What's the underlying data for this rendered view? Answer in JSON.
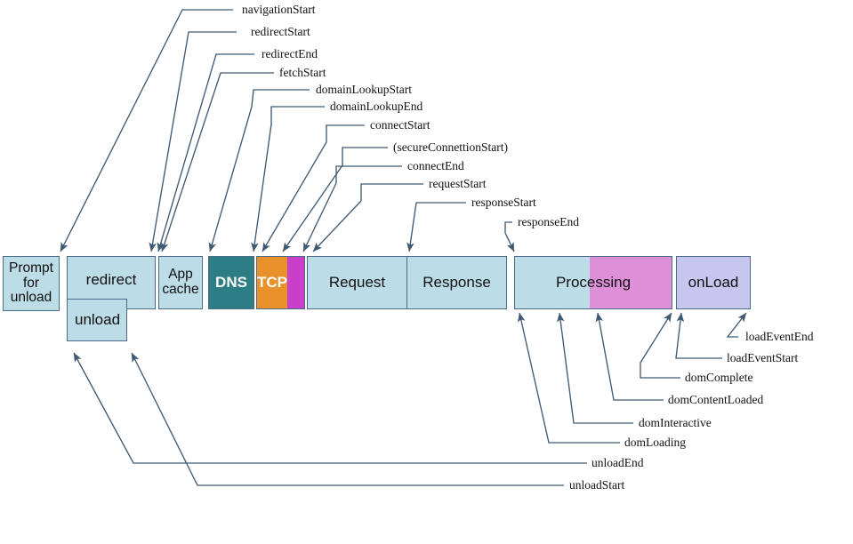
{
  "diagram": {
    "title": "Navigation Timing processing model",
    "colors": {
      "bar_blue": "#bcdce7",
      "bar_teal": "#2d7d85",
      "bar_orange": "#e8912a",
      "bar_magenta": "#c93fc9",
      "bar_pink": "#dd8fd8",
      "bar_lavender": "#c6c6ee",
      "border": "#4a6b86",
      "connector": "#3f5a74",
      "text": "#111111"
    }
  },
  "phases": [
    {
      "id": "prompt-for-unload",
      "label": "Prompt\nfor\nunload",
      "color": "#bcdce7"
    },
    {
      "id": "redirect",
      "label": "redirect",
      "color": "#bcdce7"
    },
    {
      "id": "unload",
      "label": "unload",
      "color": "#bcdce7"
    },
    {
      "id": "app-cache",
      "label": "App\ncache",
      "color": "#bcdce7"
    },
    {
      "id": "dns",
      "label": "DNS",
      "color": "#2d7d85"
    },
    {
      "id": "tcp",
      "label": "TCP",
      "color": "#e8912a"
    },
    {
      "id": "request",
      "label": "Request",
      "color": "#bcdce7"
    },
    {
      "id": "response",
      "label": "Response",
      "color": "#bcdce7"
    },
    {
      "id": "processing",
      "label": "Processing",
      "color": "#dd8fd8"
    },
    {
      "id": "onload",
      "label": "onLoad",
      "color": "#c6c6ee"
    }
  ],
  "phase_labels": {
    "prompt_line1": "Prompt",
    "prompt_line2": "for",
    "prompt_line3": "unload",
    "redirect": "redirect",
    "unload": "unload",
    "appcache_line1": "App",
    "appcache_line2": "cache",
    "dns": "DNS",
    "tcp": "TCP",
    "request": "Request",
    "response": "Response",
    "processing": "Processing",
    "onload": "onLoad"
  },
  "events_top": [
    {
      "id": "navigationStart",
      "label": "navigationStart"
    },
    {
      "id": "redirectStart",
      "label": "redirectStart"
    },
    {
      "id": "redirectEnd",
      "label": "redirectEnd"
    },
    {
      "id": "fetchStart",
      "label": "fetchStart"
    },
    {
      "id": "domainLookupStart",
      "label": "domainLookupStart"
    },
    {
      "id": "domainLookupEnd",
      "label": "domainLookupEnd"
    },
    {
      "id": "connectStart",
      "label": "connectStart"
    },
    {
      "id": "secureConnectionStart",
      "label": "(secureConnettionStart)"
    },
    {
      "id": "connectEnd",
      "label": "connectEnd"
    },
    {
      "id": "requestStart",
      "label": "requestStart"
    },
    {
      "id": "responseStart",
      "label": "responseStart"
    },
    {
      "id": "responseEnd",
      "label": "responseEnd"
    }
  ],
  "events_bottom": [
    {
      "id": "loadEventEnd",
      "label": "loadEventEnd"
    },
    {
      "id": "loadEventStart",
      "label": "loadEventStart"
    },
    {
      "id": "domComplete",
      "label": "domComplete"
    },
    {
      "id": "domContentLoaded",
      "label": "domContentLoaded"
    },
    {
      "id": "domInteractive",
      "label": "domInteractive"
    },
    {
      "id": "domLoading",
      "label": "domLoading"
    },
    {
      "id": "unloadEnd",
      "label": "unloadEnd"
    },
    {
      "id": "unloadStart",
      "label": "unloadStart"
    }
  ]
}
